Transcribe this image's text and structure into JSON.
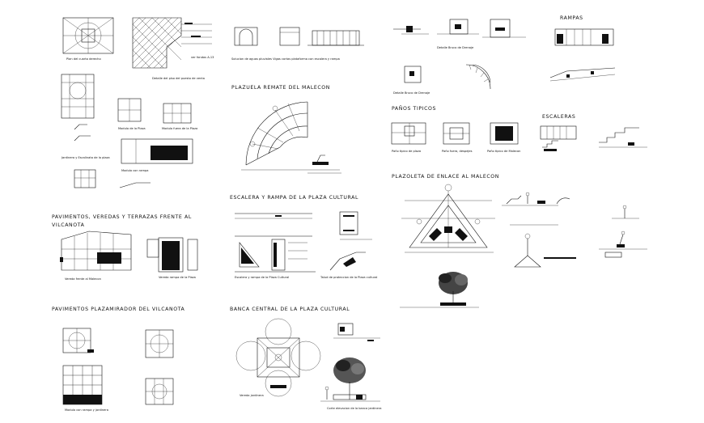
{
  "sheet": {
    "background": "#ffffff",
    "ink": "#111111",
    "headings": {
      "ramps": "RAMPAS",
      "plazuela": "PLAZUELA REMATE DEL MALECON",
      "panos": "PAÑOS TIPICOS",
      "escaleras": "ESCALERAS",
      "plazoleta": "PLAZOLETA DE ENLACE AL MALECON",
      "escalera_rampa": "ESCALERA Y RAMPA DE LA PLAZA CULTURAL",
      "pav_veredas_1": "PAVIMENTOS, VEREDAS Y TERRAZAS FRENTE AL",
      "pav_veredas_2": "VILCANOTA",
      "pav_plazamirador": "PAVIMENTOS PLAZAMIRADOR DEL VILCANOTA",
      "banca": "BANCA CENTRAL DE LA PLAZA CULTURAL"
    },
    "captions": {
      "planta_cuarto": "Plan del cuarto derecho",
      "detalle_piso": "Detalle del piso del puesto de venta",
      "solucion_aguas": "Solucion de aguas pluviales Vigas cortas plataforma con escalera y rampa",
      "modulo_plaza": "Modulo de la Plaza",
      "modulo_fuera": "Modulo fuera de la Plaza",
      "jardinera": "Jardinera y Escalinata de la plaza",
      "modulo_rampa": "Modulo con rampa",
      "pano_tipico_plaza": "Paño tipico de plaza",
      "pano_fuera": "Paño fuera, despejes",
      "pano_malecon": "Paño tipico de Malecon",
      "escalera_rampa_plaza": "Escalera y rampa de la Plaza Cultural",
      "talud": "Talud de proteccion de la Plaza cultural",
      "vereda_frente": "Vereda frente al Malecon",
      "modulo_rampa_jardinera": "Modulo con rampa y jardinera",
      "vereda_rampa": "Vereda rampa de la Plaza",
      "corte_elevacion": "Corte elevacion de la banca jardinera",
      "detalle_bruco": "Detalle Bruco de Drenaje"
    }
  }
}
